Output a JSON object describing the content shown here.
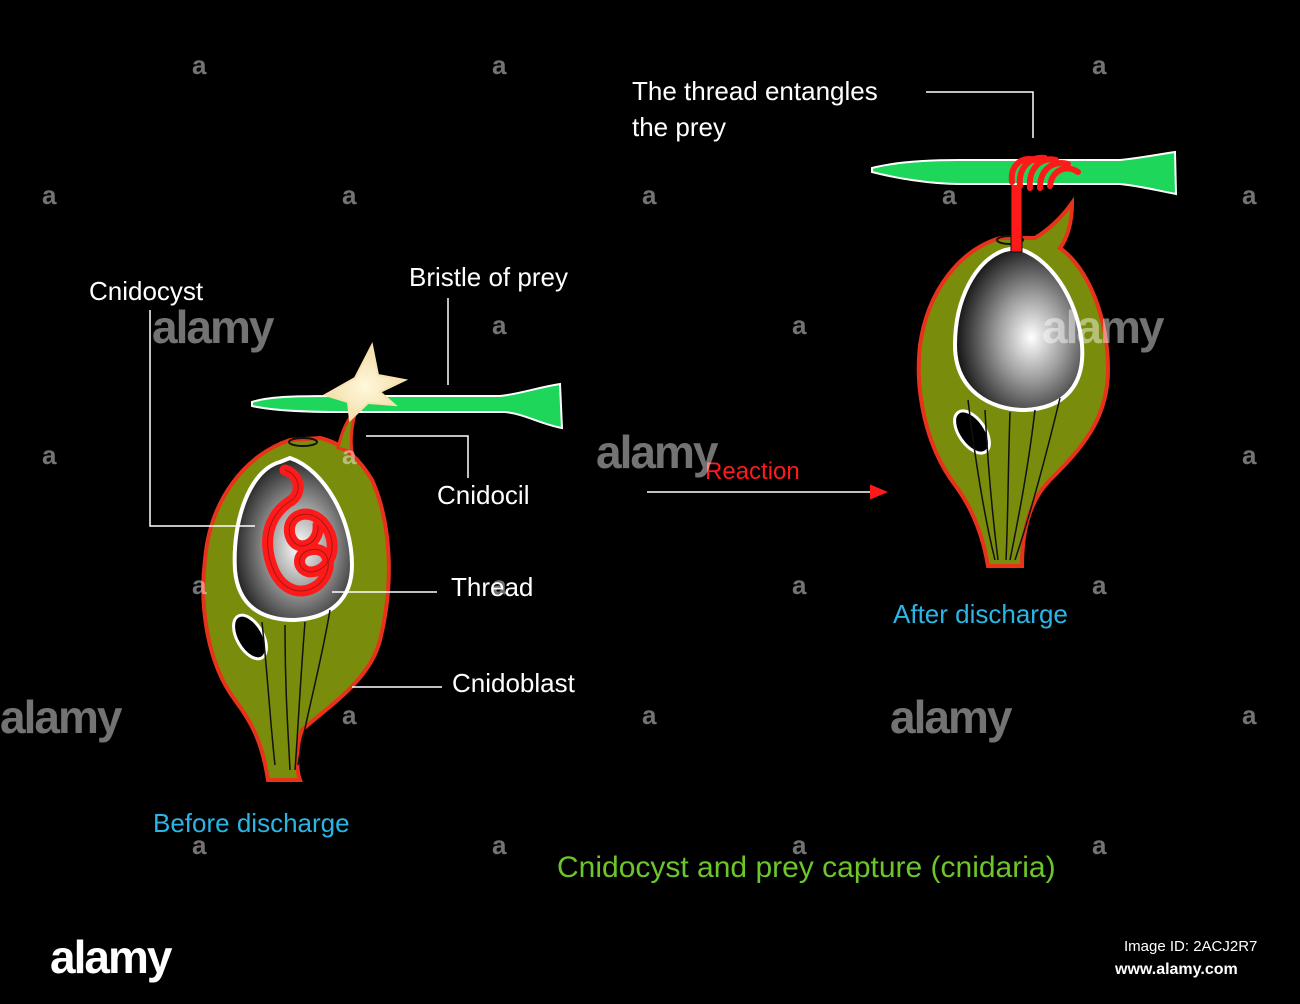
{
  "labels": {
    "cnidocyst": "Cnidocyst",
    "bristle": "Bristle of prey",
    "cnidocil": "Cnidocil",
    "thread": "Thread",
    "cnidoblast": "Cnidoblast",
    "entangle_line1": "The thread entangles",
    "entangle_line2": "the prey",
    "reaction": "Reaction",
    "before": "Before discharge",
    "after": "After discharge",
    "title": "Cnidocyst and prey capture (cnidaria)"
  },
  "watermark": {
    "word": "alamy",
    "letter": "a",
    "image_id": "Image ID: 2ACJ2R7",
    "site": "www.alamy.com"
  },
  "colors": {
    "background": "#000000",
    "cell_fill": "#7a8c0c",
    "cell_outline": "#e8321a",
    "bristle": "#1ed65a",
    "thread": "#ff1a1a",
    "label_white": "#ffffff",
    "caption_cyan": "#29b6e6",
    "title_green": "#6cc62b"
  }
}
